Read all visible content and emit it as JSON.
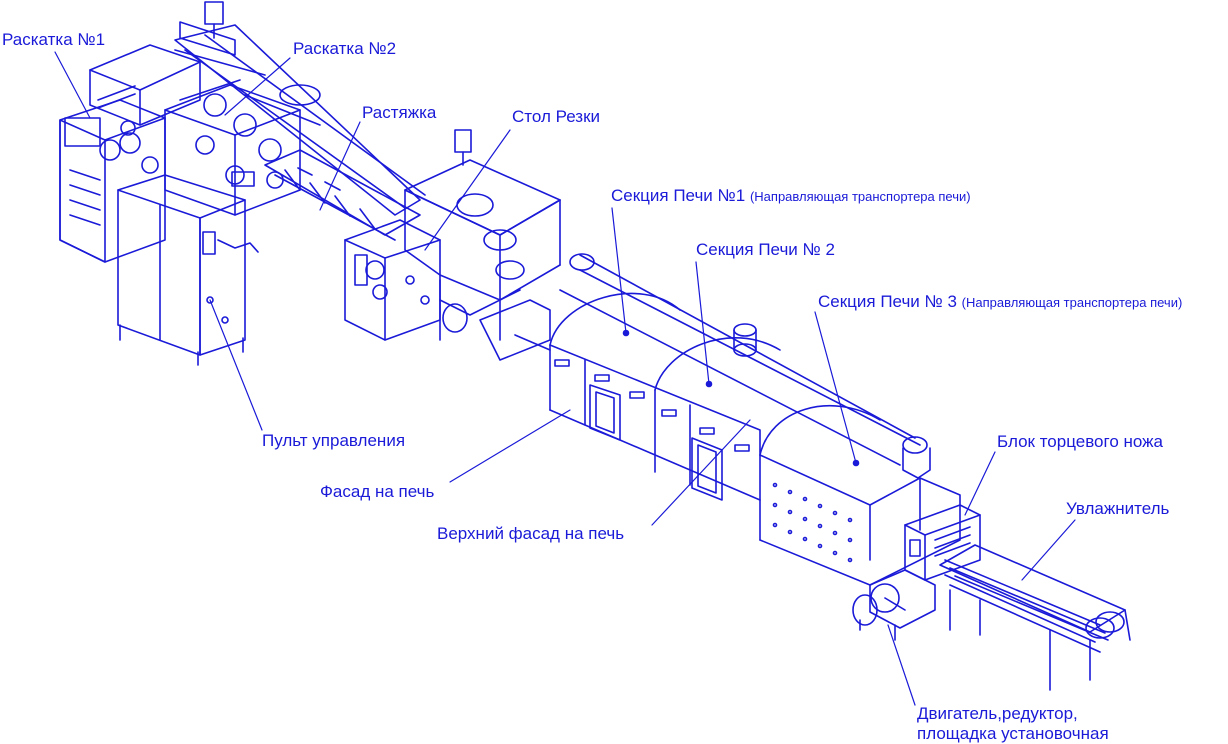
{
  "colors": {
    "line": "#1a1ad8",
    "background": "#ffffff"
  },
  "labels": {
    "rolling1": "Раскатка №1",
    "rolling2": "Раскатка №2",
    "stretch": "Растяжка",
    "cutting_table": "Стол Резки",
    "oven1": "Секция Печи №1",
    "oven1_note": "(Направляющая транспортера печи)",
    "oven2": "Секция Печи № 2",
    "oven3": "Секция Печи № 3",
    "oven3_note": "(Направляющая транспортера печи)",
    "control_panel": "Пульт управления",
    "oven_facade": "Фасад на печь",
    "oven_upper_facade": "Верхний фасад на печь",
    "end_knife_block": "Блок торцевого ножа",
    "humidifier": "Увлажнитель",
    "motor_line1": "Двигатель,редуктор,",
    "motor_line2": "площадка установочная"
  }
}
